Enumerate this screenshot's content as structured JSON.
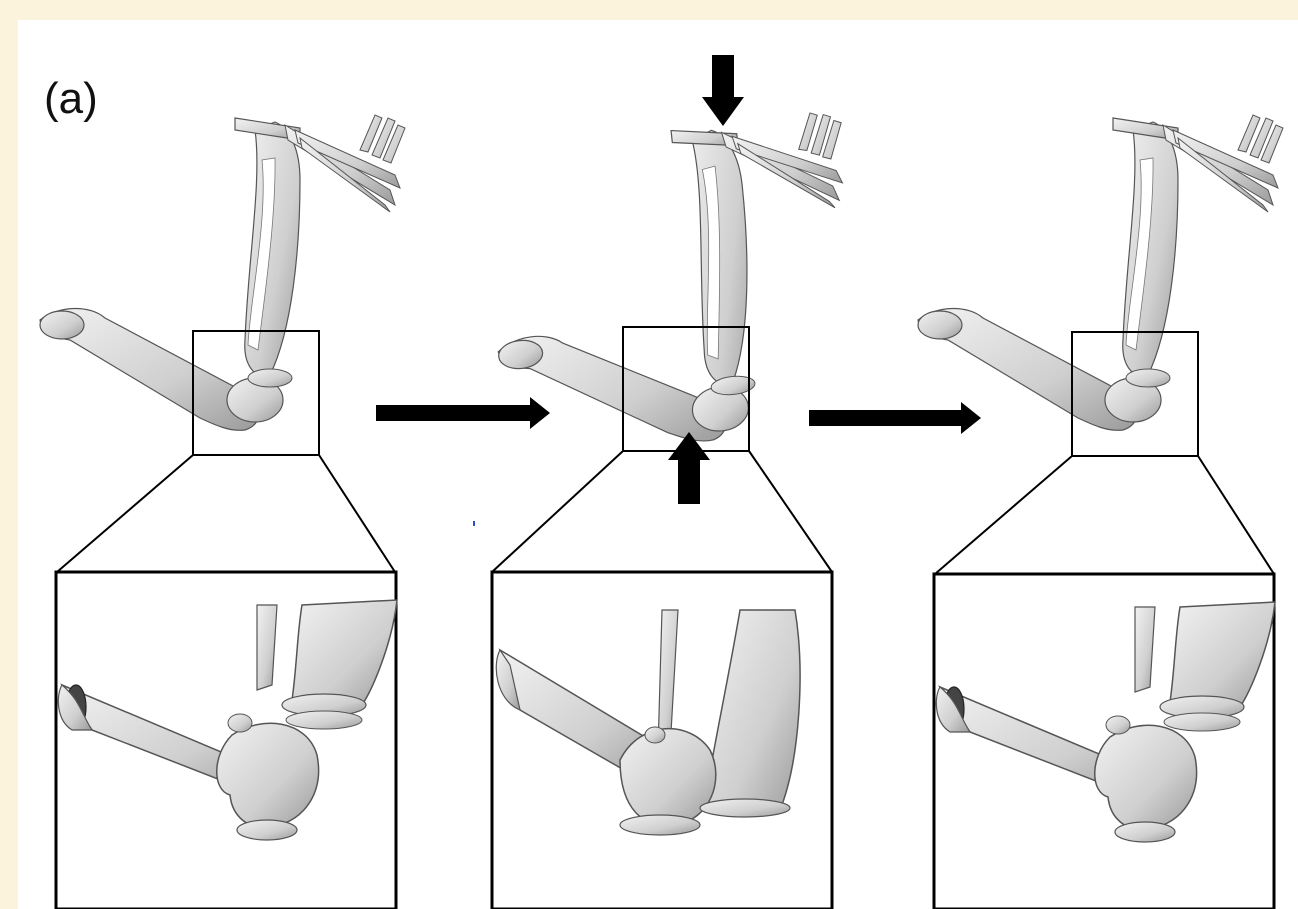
{
  "figure": {
    "panel_label": "(a)",
    "stages": [
      {
        "id": "initial",
        "description_icon": "forelimb-bones"
      },
      {
        "id": "compressed",
        "description_icon": "forelimb-bones"
      },
      {
        "id": "final",
        "description_icon": "forelimb-bones"
      }
    ],
    "colors": {
      "background": "#fcf3dc",
      "panel": "#ffffff",
      "bone": "#d9d9d9",
      "bone_stroke": "#555555",
      "arrow": "#000000"
    }
  }
}
